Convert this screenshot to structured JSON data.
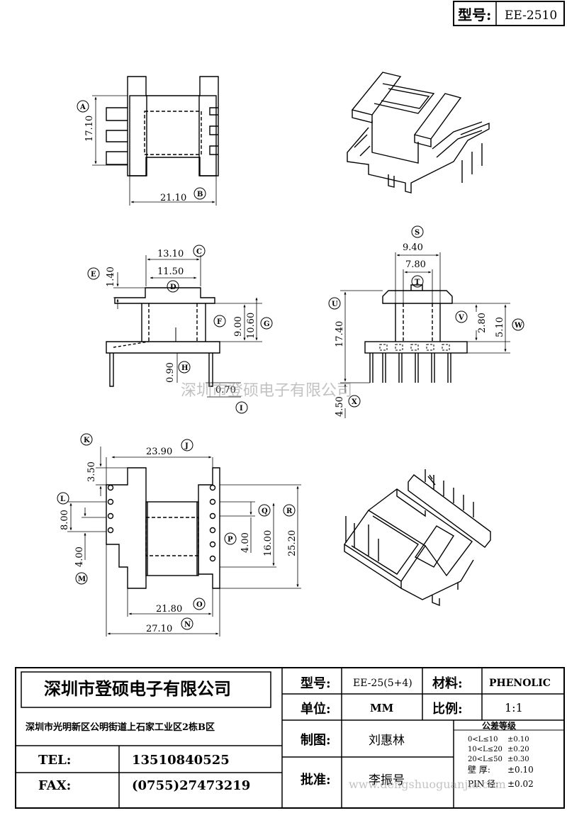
{
  "header": {
    "model_label": "型号:",
    "model_value": "EE-2510"
  },
  "watermark": "深圳市登硕电子有限公司",
  "footer_watermark": "www.dengshuoguanjia.com",
  "views": {
    "top": {
      "dims": {
        "height": "17.10",
        "width": "21.10"
      },
      "tags": {
        "a": "A",
        "b": "B"
      }
    },
    "front": {
      "dims": {
        "c": "13.10",
        "d": "11.50",
        "e": "1.40",
        "f": "9.00",
        "g": "10.60",
        "h": "0.90",
        "i": "0.70"
      },
      "tags": {
        "c": "C",
        "d": "D",
        "e": "E",
        "f": "F",
        "g": "G",
        "h": "H",
        "i": "I"
      }
    },
    "side": {
      "dims": {
        "s": "9.40",
        "t": "7.80",
        "u": "17.40",
        "v": "2.80",
        "w": "5.10",
        "x": "4.50"
      },
      "tags": {
        "s": "S",
        "t": "T",
        "u": "U",
        "v": "V",
        "w": "W",
        "x": "X"
      }
    },
    "bottom": {
      "dims": {
        "j": "23.90",
        "k": "3.50",
        "l": "8.00",
        "m": "4.00",
        "n": "27.10",
        "o": "21.80",
        "p": "4.00",
        "q": "16.00",
        "r": "25.20"
      },
      "tags": {
        "j": "J",
        "k": "K",
        "l": "L",
        "m": "M",
        "n": "N",
        "o": "O",
        "p": "P",
        "q": "Q",
        "r": "R"
      }
    }
  },
  "title_block": {
    "company": "深圳市登硕电子有限公司",
    "address": "深圳市光明新区公明街道上石家工业区2栋B区",
    "tel_label": "TEL:",
    "tel": "13510840525",
    "fax_label": "FAX:",
    "fax": "(0755)27473219",
    "model_label": "型号:",
    "model": "EE-25(5+4)",
    "material_label": "材料:",
    "material": "PHENOLIC",
    "unit_label": "单位:",
    "unit": "MM",
    "scale_label": "比例:",
    "scale": "1:1",
    "drawn_label": "制图:",
    "drawn_by": "刘惠林",
    "approved_label": "批准:",
    "approved_by": "李振号",
    "tolerance": {
      "title": "公差等级",
      "rows": [
        {
          "range": "0<L≤10",
          "value": "±0.10"
        },
        {
          "range": "10<L≤20",
          "value": "±0.20"
        },
        {
          "range": "20<L≤50",
          "value": "±0.30"
        },
        {
          "range": "壁 厚:",
          "value": "±0.10"
        },
        {
          "range": "PIN 径:",
          "value": "±0.02"
        }
      ]
    }
  }
}
